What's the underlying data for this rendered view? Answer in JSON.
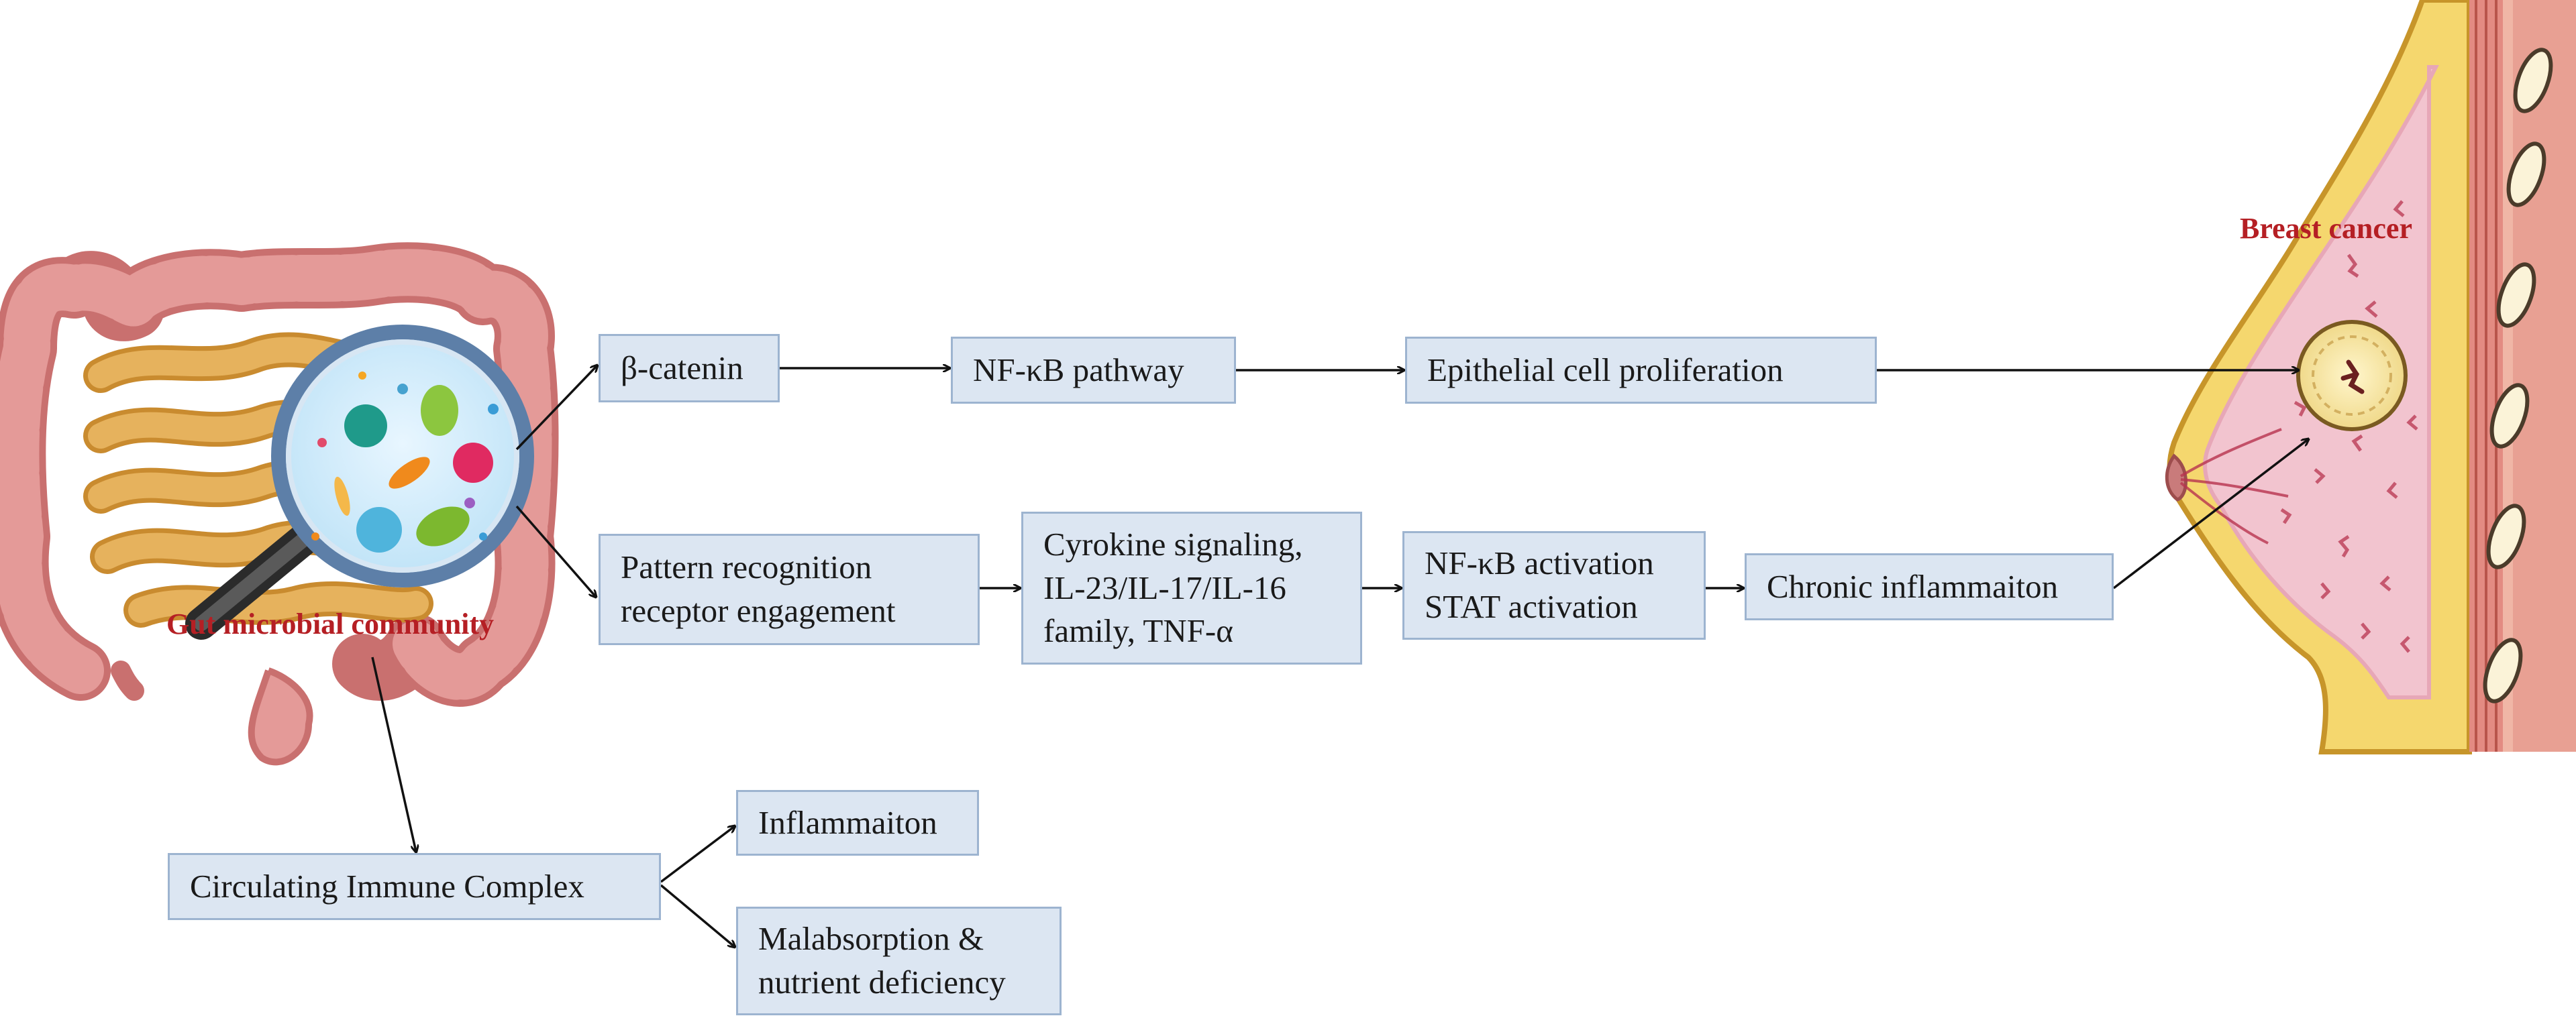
{
  "gut": {
    "label": "Gut microbial community"
  },
  "breast": {
    "label": "Breast cancer"
  },
  "nodes": {
    "beta_catenin": "β-catenin",
    "nfkb_pathway": "NF-κB pathway",
    "epithelial": "Epithelial cell proliferation",
    "prr_line1": "Pattern recognition",
    "prr_line2": "receptor engagement",
    "cytokine_line1": "Cyrokine signaling,",
    "cytokine_line2": "IL-23/IL-17/IL-16",
    "cytokine_line3": "family, TNF-α",
    "nfkb_act_line1": "NF-κB activation",
    "nfkb_act_line2": "STAT activation",
    "chronic": "Chronic inflammaiton",
    "cic": "Circulating Immune Complex",
    "inflammation": "Inflammaiton",
    "malabs_line1": "Malabsorption &",
    "malabs_line2": "nutrient deficiency"
  },
  "colors": {
    "box_fill": "#dce6f2",
    "box_border": "#9db4d0",
    "label_red": "#b51f24",
    "intestine_pink": "#d98a8a",
    "small_intestine": "#d9a34a",
    "tissue_pink": "#f2c4cf",
    "fat_yellow": "#f5d76e"
  }
}
